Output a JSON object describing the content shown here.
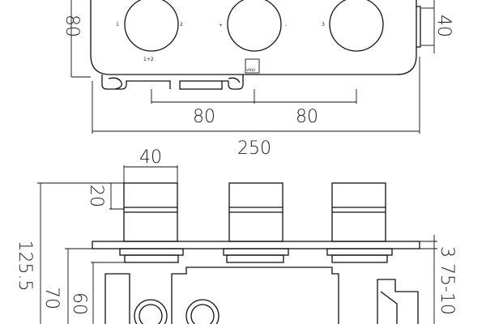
{
  "top_view": {
    "dimensions": {
      "height": "80",
      "knob_diameter": "40",
      "spacing_left": "80",
      "spacing_right": "80",
      "overall_width": "250"
    },
    "knob_labels": {
      "knob1_left": "1",
      "knob1_right": "2",
      "knob1_bottom": "1+2",
      "knob2_left": "+",
      "knob2_right": "-",
      "knob3_left": "3"
    },
    "logo": "VADO"
  },
  "side_view": {
    "dimensions": {
      "handle_width": "40",
      "handle_height": "20",
      "overall_depth": "125.5",
      "depth_70": "70",
      "depth_60": "60",
      "adjust_range": "3 75-10"
    }
  }
}
